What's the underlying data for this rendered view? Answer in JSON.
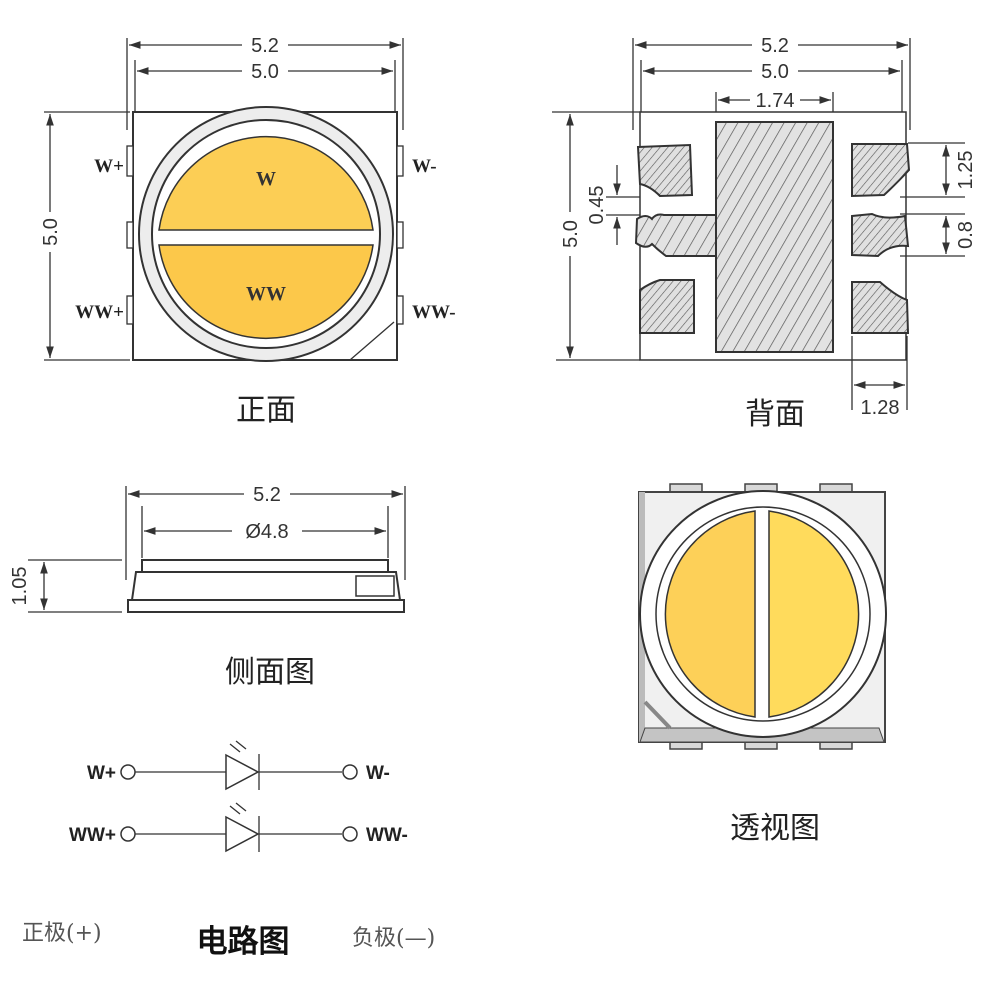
{
  "colors": {
    "chip_warm": "#fcc94e",
    "chip_cool": "#ffd65a",
    "body": "#f0f0f0",
    "outline": "#333333",
    "pad": "#d8d8d8"
  },
  "front_view": {
    "caption": "正面",
    "dim_width_outer": "5.2",
    "dim_width_inner": "5.0",
    "dim_height": "5.0",
    "chip_top_label": "W",
    "chip_bottom_label": "WW",
    "pins": {
      "w_plus": "W+",
      "w_minus": "W-",
      "ww_plus": "WW+",
      "ww_minus": "WW-"
    }
  },
  "back_view": {
    "caption": "背面",
    "dim_width_outer": "5.2",
    "dim_width_inner": "5.0",
    "dim_center_pad": "1.74",
    "dim_height": "5.0",
    "dim_gap": "0.45",
    "dim_pad_top": "1.25",
    "dim_pad_mid": "0.8",
    "dim_pad_width": "1.28"
  },
  "side_view": {
    "caption": "侧面图",
    "dim_width": "5.2",
    "dim_lens_diameter": "Ø4.8",
    "dim_height": "1.05"
  },
  "perspective_view": {
    "caption": "透视图"
  },
  "circuit": {
    "caption": "电路图",
    "positive_label": "正极(+)",
    "negative_label": "负极(—)",
    "rows": [
      {
        "anode": "W+",
        "cathode": "W-"
      },
      {
        "anode": "WW+",
        "cathode": "WW-"
      }
    ]
  }
}
